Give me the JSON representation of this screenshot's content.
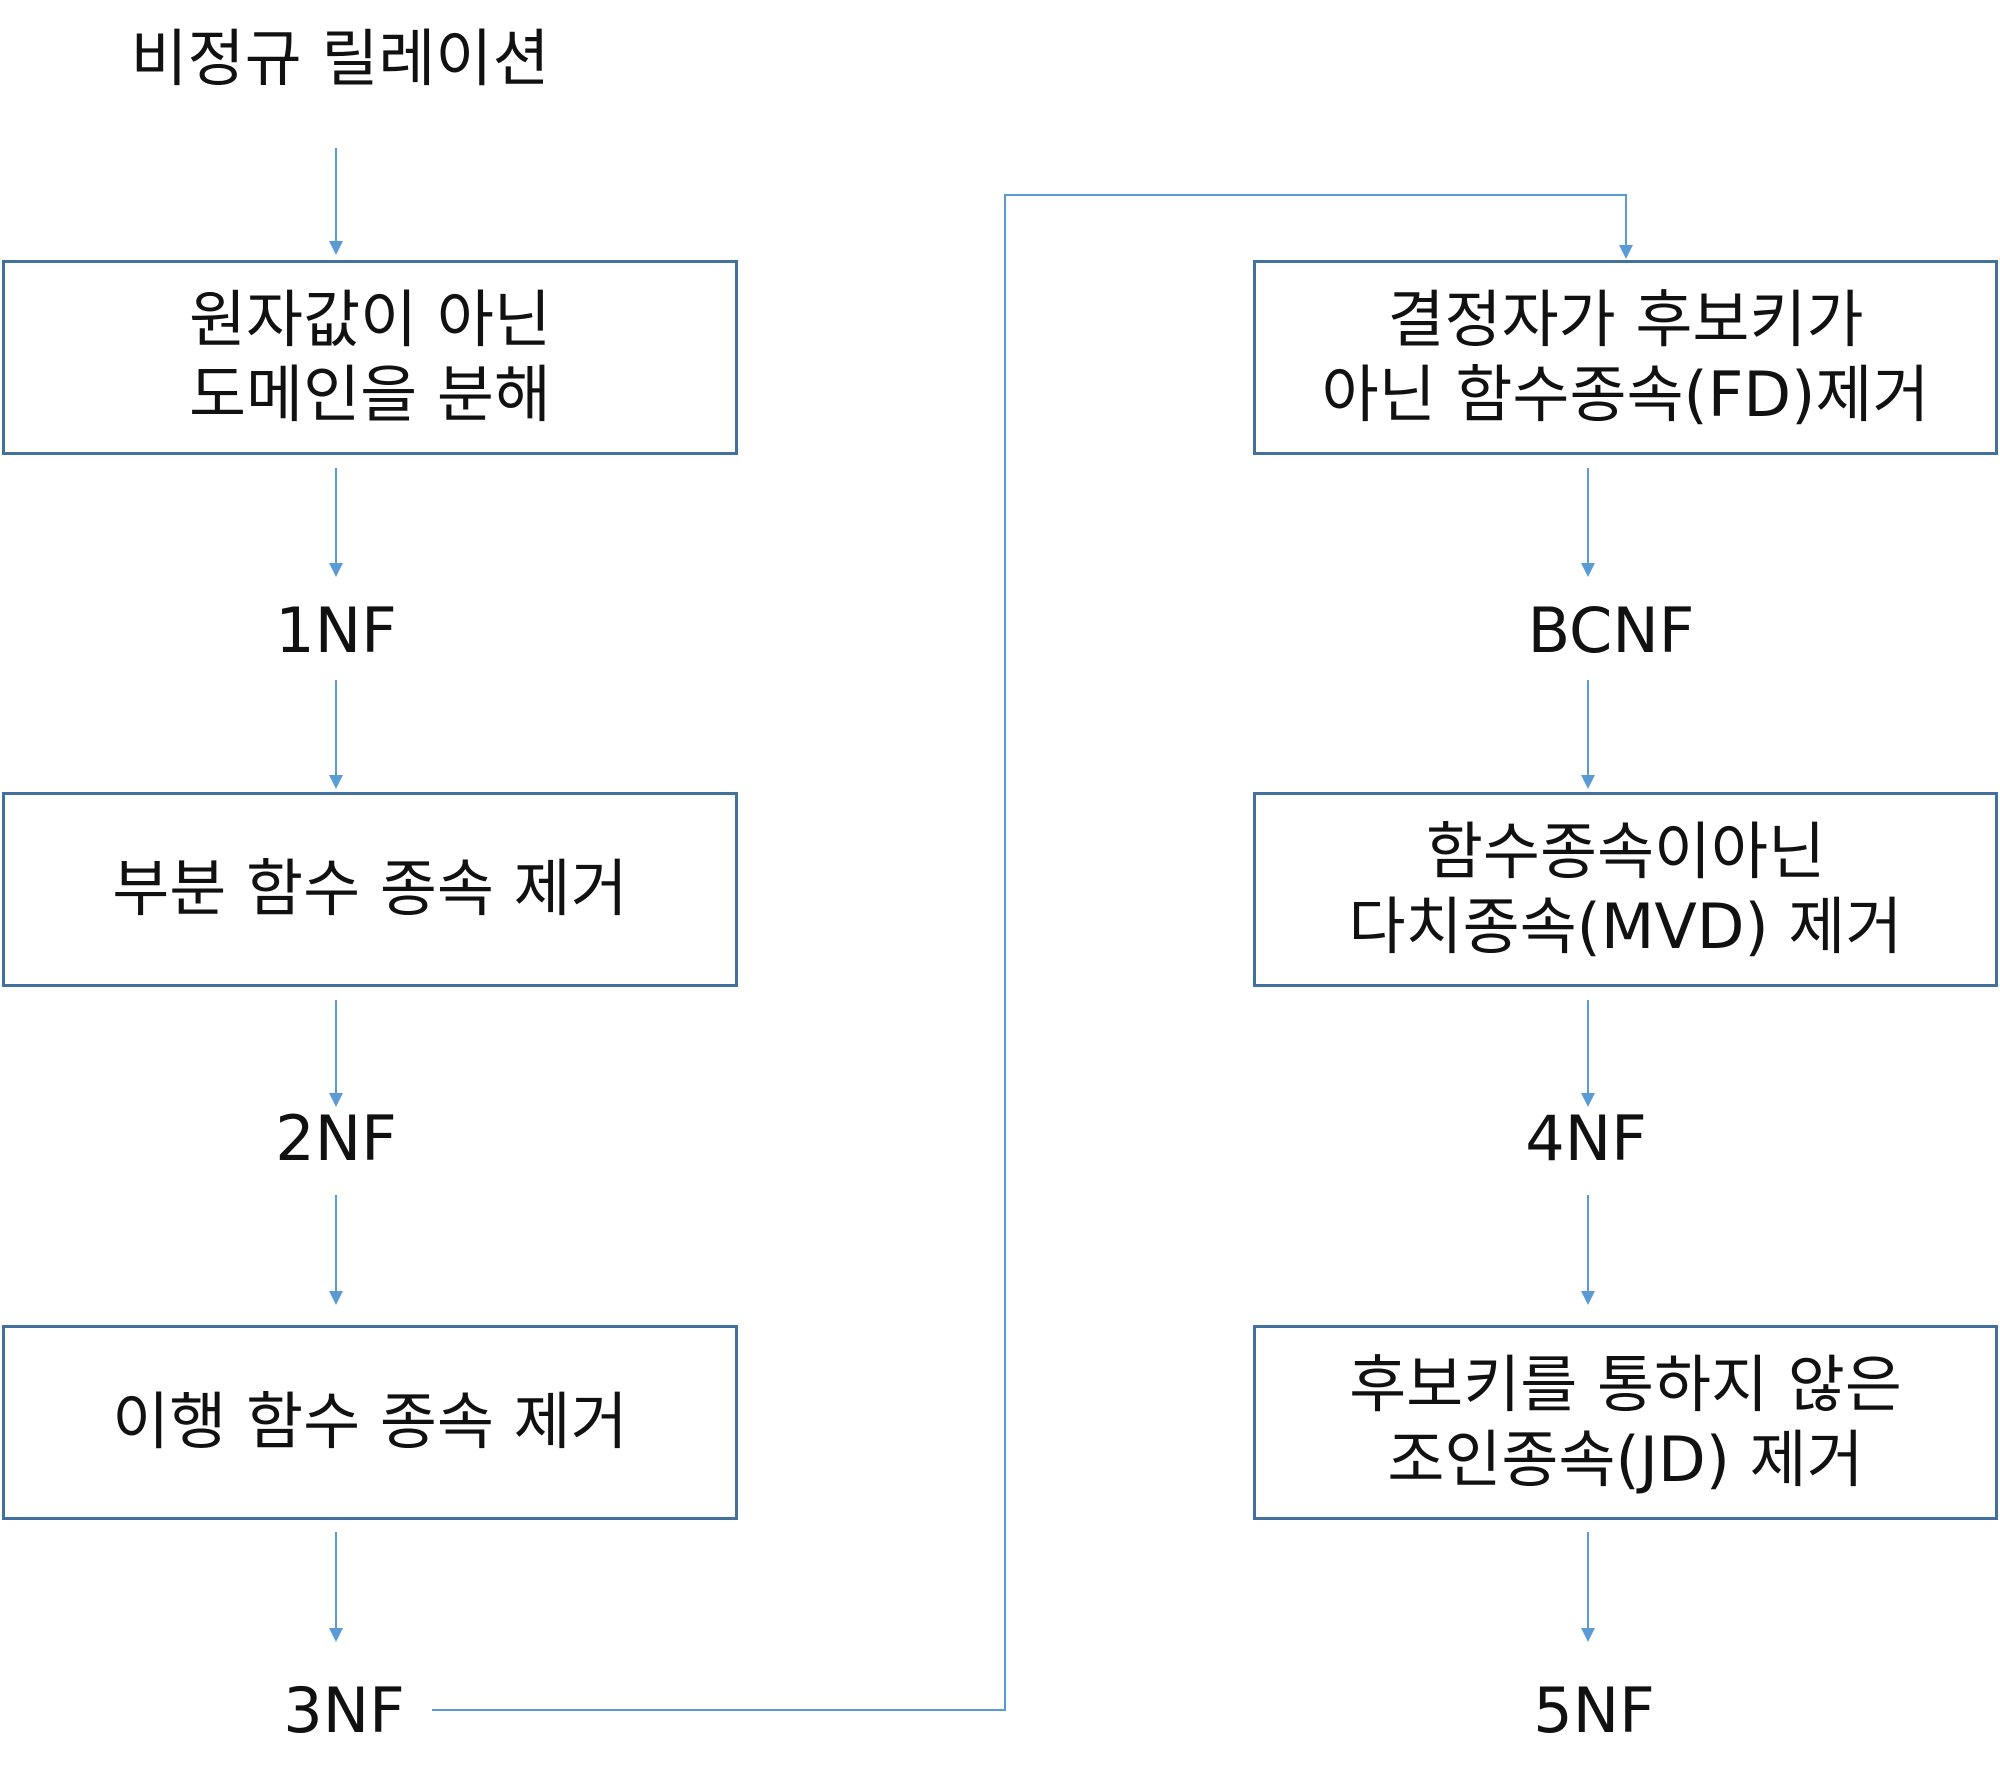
{
  "colors": {
    "box_border": "#41719c",
    "arrow": "#5b9bd5",
    "text": "#111111"
  },
  "start": {
    "label": "비정규 릴레이션"
  },
  "steps_left": [
    {
      "lines": [
        "원자값이 아닌",
        "도메인을 분해"
      ]
    },
    {
      "lines": [
        "부분 함수 종속 제거"
      ]
    },
    {
      "lines": [
        "이행 함수 종속 제거"
      ]
    }
  ],
  "forms_left": [
    "1NF",
    "2NF",
    "3NF"
  ],
  "steps_right": [
    {
      "lines": [
        "결정자가 후보키가",
        "아닌 함수종속(FD)제거"
      ]
    },
    {
      "lines": [
        "함수종속이아닌",
        "다치종속(MVD) 제거"
      ]
    },
    {
      "lines": [
        "후보키를 통하지 않은",
        "조인종속(JD) 제거"
      ]
    }
  ],
  "forms_right": [
    "BCNF",
    "4NF",
    "5NF"
  ]
}
